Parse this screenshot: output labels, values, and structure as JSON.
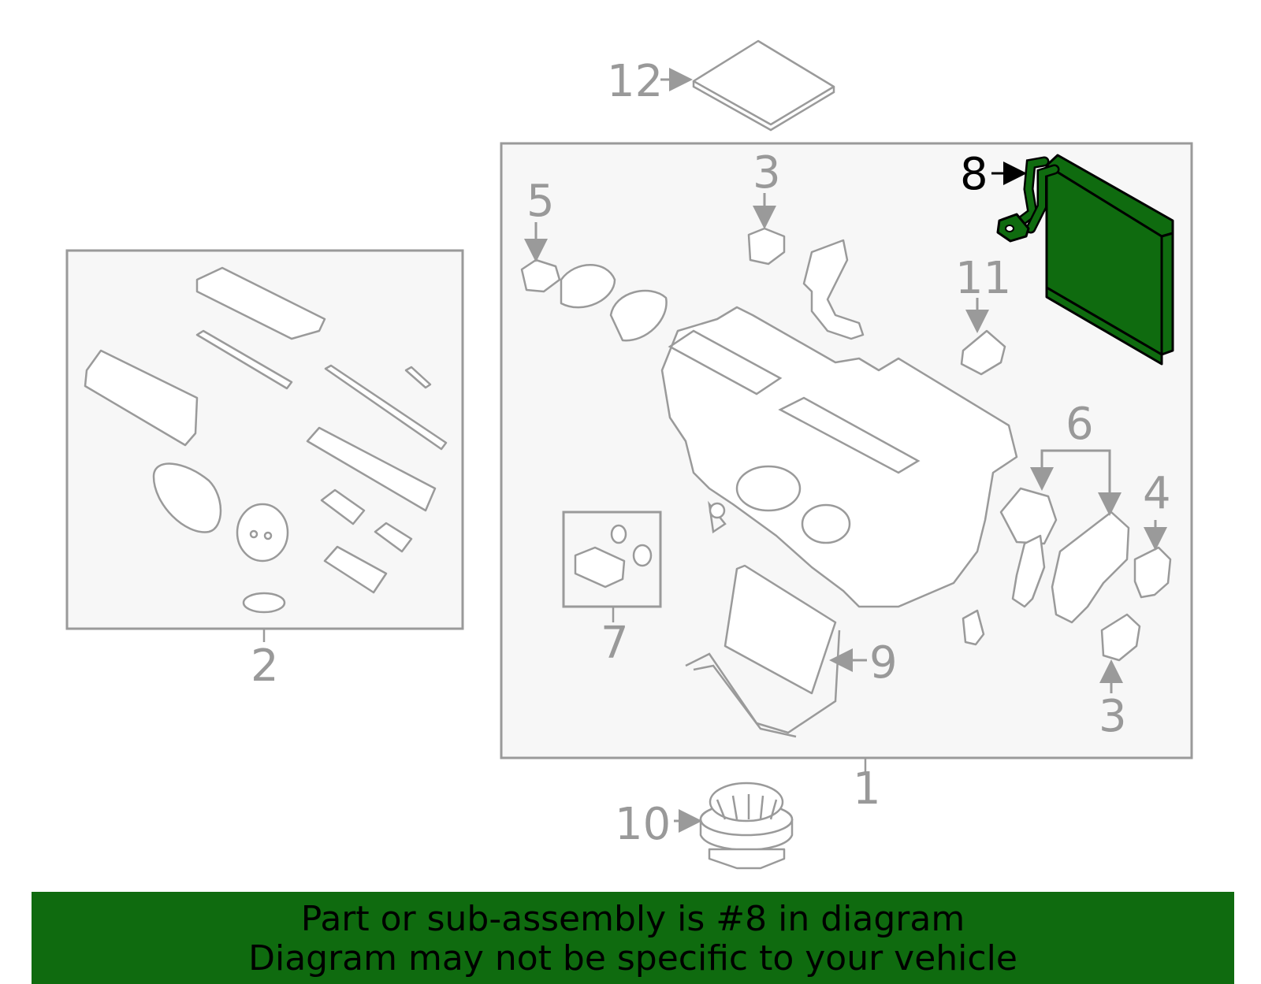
{
  "diagram": {
    "callouts": {
      "c1": "1",
      "c2": "2",
      "c3a": "3",
      "c3b": "3",
      "c4": "4",
      "c5": "5",
      "c6": "6",
      "c7": "7",
      "c8": "8",
      "c9": "9",
      "c10": "10",
      "c11": "11",
      "c12": "12"
    },
    "highlight_part": "8",
    "colors": {
      "highlight": "#0f6b0f",
      "outline": "#9a9a9a",
      "box_fill": "#f7f7f7"
    }
  },
  "banner": {
    "line1": "Part or sub-assembly is #8 in diagram",
    "line2": "Diagram may not be specific to your vehicle"
  }
}
